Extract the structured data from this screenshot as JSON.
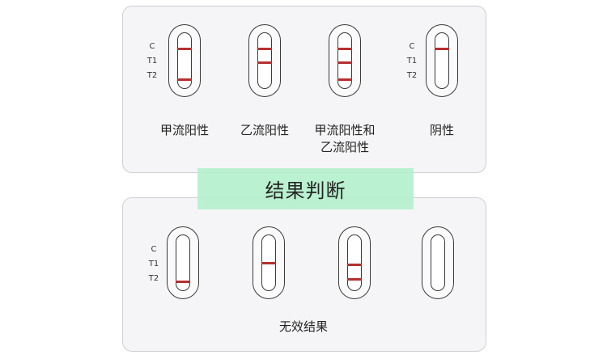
{
  "line_labels": {
    "c": "C",
    "t1": "T1",
    "t2": "T2"
  },
  "banner": {
    "title": "结果判断"
  },
  "top_results": [
    {
      "label": "甲流阳性",
      "bands": [
        "C",
        "T2"
      ]
    },
    {
      "label": "乙流阳性",
      "bands": [
        "C",
        "T1"
      ]
    },
    {
      "label_line1": "甲流阳性和",
      "label_line2": "乙流阳性",
      "bands": [
        "C",
        "T1",
        "T2"
      ]
    },
    {
      "label": "阴性",
      "bands": [
        "C"
      ]
    }
  ],
  "invalid_results": {
    "label": "无效结果",
    "cassettes": [
      {
        "bands": [
          "T2"
        ]
      },
      {
        "bands": [
          "T1"
        ]
      },
      {
        "bands": [
          "T1",
          "T2"
        ]
      },
      {
        "bands": []
      }
    ]
  },
  "colors": {
    "band": "#b5302f",
    "banner": "#b5f0cd",
    "panel": "#f5f5f7"
  }
}
